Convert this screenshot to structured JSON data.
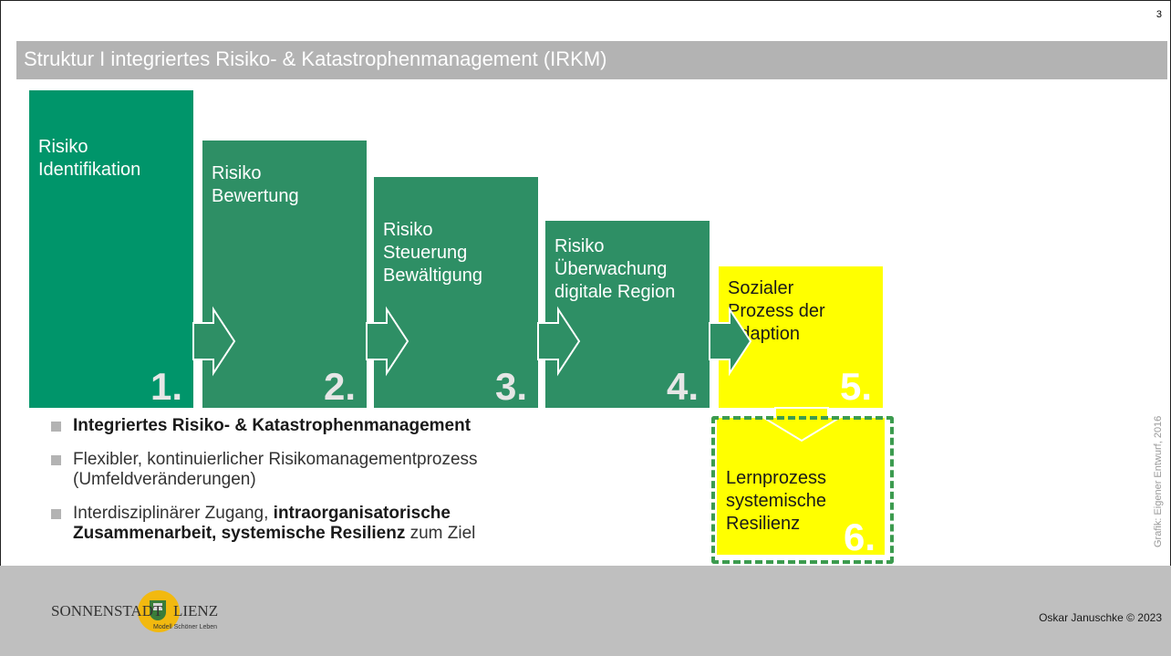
{
  "page_number": "3",
  "title": "Struktur  I  integriertes Risiko- & Katastrophenmanagement (IRKM)",
  "steps": [
    {
      "label": "Risiko\nIdentifikation",
      "number": "1."
    },
    {
      "label": "Risiko\nBewertung",
      "number": "2."
    },
    {
      "label": "Risiko\nSteuerung\nBewältigung",
      "number": "3."
    },
    {
      "label": "Risiko\nÜberwachung\ndigitale Region",
      "number": "4."
    },
    {
      "label": "Sozialer\nProzess der\nAdaption",
      "number": "5."
    }
  ],
  "learning": {
    "label": "Lernprozess\nsystemische\nResilienz",
    "number": "6."
  },
  "bullets": [
    {
      "bold_lead": "Integriertes Risiko- & Katastrophenmanagement"
    },
    {
      "text_line1": "Flexibler, kontinuierlicher Risikomanagementprozess",
      "text_line2": "(Umfeldveränderungen)"
    },
    {
      "text_a": "Interdisziplinärer Zugang, ",
      "bold_b": "intraorganisatorische",
      "bold_c": "Zusammenarbeit, systemische Resilienz",
      "text_d": " zum Ziel"
    }
  ],
  "credit": "Grafik: Eigener Entwurf, 2016",
  "footer": {
    "logo_left": "SONNENSTADT",
    "logo_right": "LIENZ",
    "logo_tagline": "Modell Schöner Leben",
    "author": "Oskar Januschke © 2023"
  },
  "colors": {
    "green_primary": "#00956a",
    "green_secondary": "#2e8f65",
    "yellow": "#ffff00",
    "title_bar": "#b3b3b3",
    "footer": "#bfbfbf",
    "dashed_border": "#3c9b4f"
  }
}
